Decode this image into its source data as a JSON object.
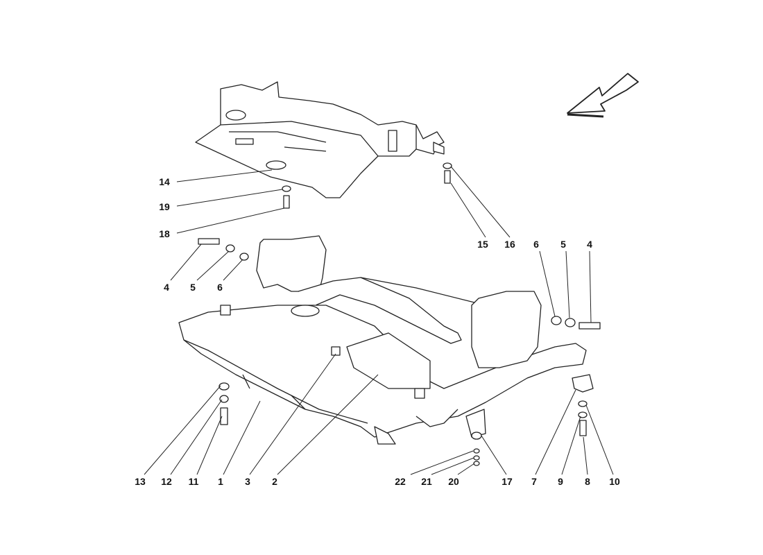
{
  "diagram": {
    "title": "Front subframe and underbody shield exploded view",
    "labels": [
      {
        "id": "l14",
        "text": "14"
      },
      {
        "id": "l19",
        "text": "19"
      },
      {
        "id": "l18",
        "text": "18"
      },
      {
        "id": "l15",
        "text": "15"
      },
      {
        "id": "l16",
        "text": "16"
      },
      {
        "id": "l6r",
        "text": "6"
      },
      {
        "id": "l5r",
        "text": "5"
      },
      {
        "id": "l4r",
        "text": "4"
      },
      {
        "id": "l4l",
        "text": "4"
      },
      {
        "id": "l5l",
        "text": "5"
      },
      {
        "id": "l6l",
        "text": "6"
      },
      {
        "id": "l13",
        "text": "13"
      },
      {
        "id": "l12",
        "text": "12"
      },
      {
        "id": "l11",
        "text": "11"
      },
      {
        "id": "l1",
        "text": "1"
      },
      {
        "id": "l3",
        "text": "3"
      },
      {
        "id": "l2",
        "text": "2"
      },
      {
        "id": "l22",
        "text": "22"
      },
      {
        "id": "l21",
        "text": "21"
      },
      {
        "id": "l20",
        "text": "20"
      },
      {
        "id": "l17",
        "text": "17"
      },
      {
        "id": "l7",
        "text": "7"
      },
      {
        "id": "l9",
        "text": "9"
      },
      {
        "id": "l8",
        "text": "8"
      },
      {
        "id": "l10",
        "text": "10"
      }
    ],
    "direction_icon": "arrow-down-left-icon"
  }
}
